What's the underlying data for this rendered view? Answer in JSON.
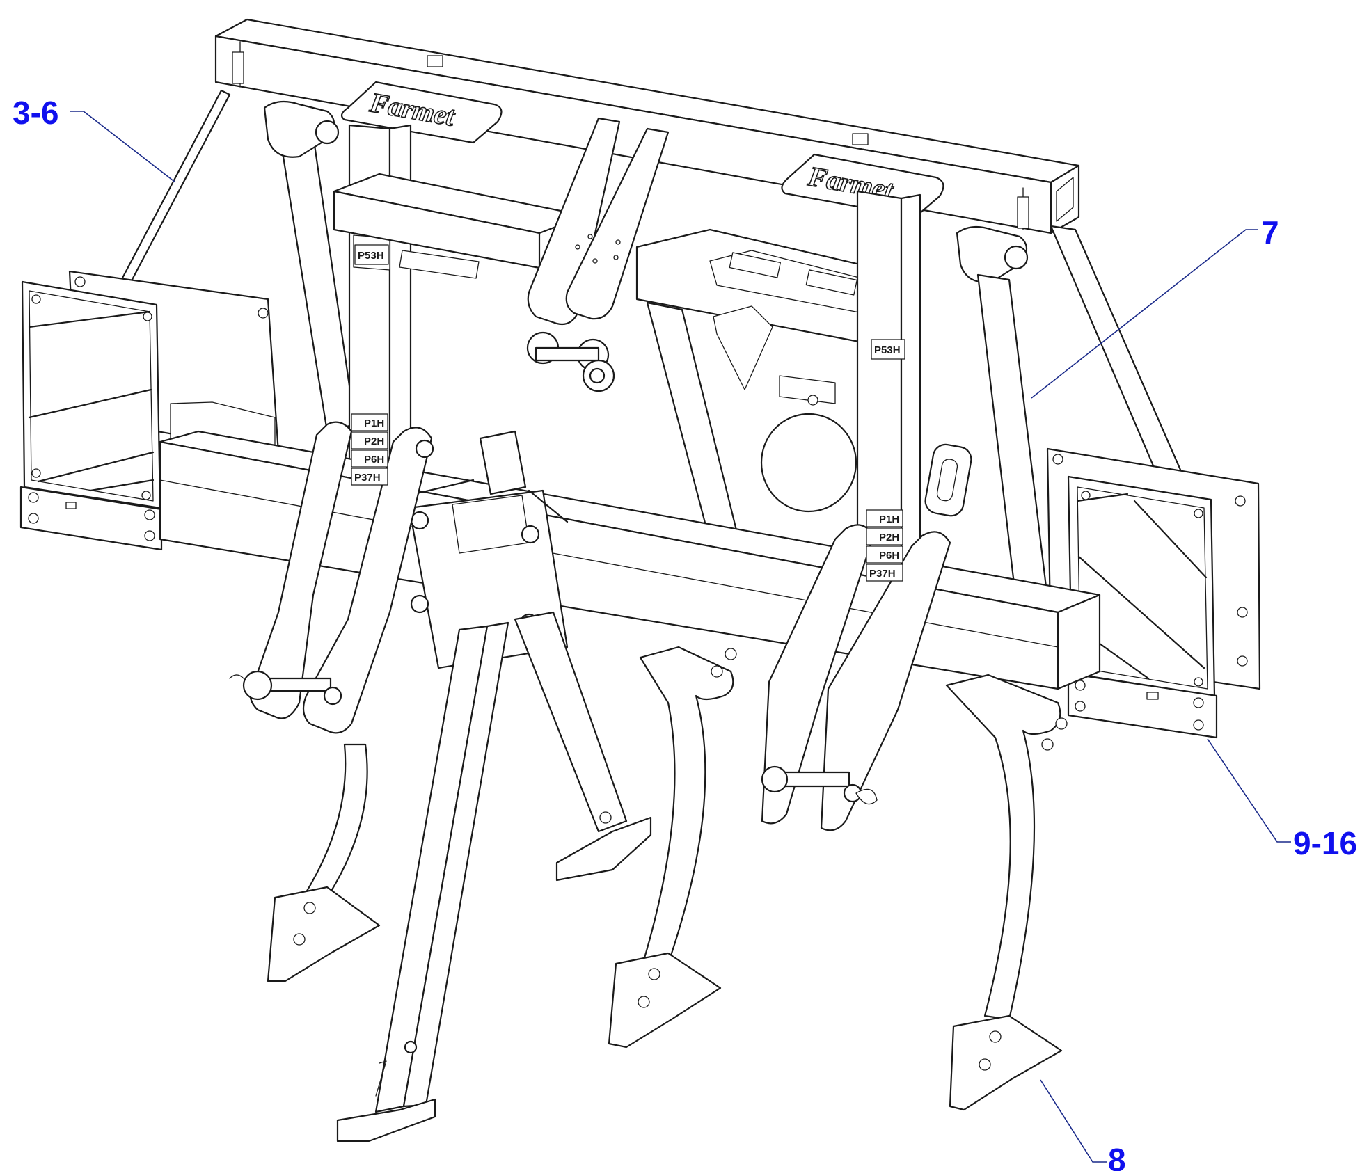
{
  "logos": [
    {
      "text": "Farmet"
    },
    {
      "text": "Farmet"
    }
  ],
  "decals": {
    "left_top": "P53H",
    "left_stack": [
      "P1H",
      "P2H",
      "P6H",
      "P37H"
    ],
    "right_top": "P53H",
    "right_stack": [
      "P1H",
      "P2H",
      "P6H",
      "P37H"
    ]
  },
  "callouts": [
    {
      "id": "3-6",
      "label": "3-6"
    },
    {
      "id": "7",
      "label": "7"
    },
    {
      "id": "9-16",
      "label": "9-16"
    },
    {
      "id": "8",
      "label": "8"
    }
  ],
  "colors": {
    "callout": "#1010ee",
    "leader": "#1a2a8a",
    "line": "#1a1a1a"
  }
}
